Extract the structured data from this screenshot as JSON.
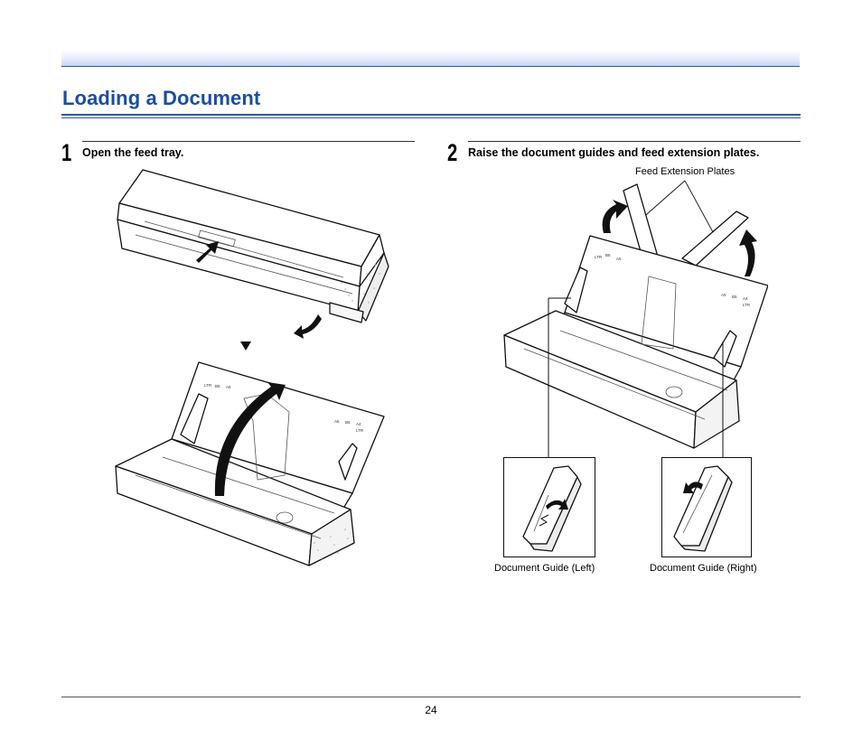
{
  "header": {
    "title": "Loading a Document"
  },
  "steps": [
    {
      "number": "1",
      "text": "Open the feed tray."
    },
    {
      "number": "2",
      "text": "Raise the document guides and feed extension plates."
    }
  ],
  "labels": {
    "feed_extension_plates": "Feed Extension Plates",
    "guide_left": "Document Guide (Left)",
    "guide_right": "Document Guide (Right)"
  },
  "tray_marks_left": [
    "LTR",
    "B5",
    "A5"
  ],
  "tray_marks_right": [
    "A5",
    "B5",
    "A4",
    "LTR"
  ],
  "footer": {
    "page_number": "24"
  },
  "colors": {
    "accent": "#1b4ea3",
    "rule": "#2e58a8"
  }
}
